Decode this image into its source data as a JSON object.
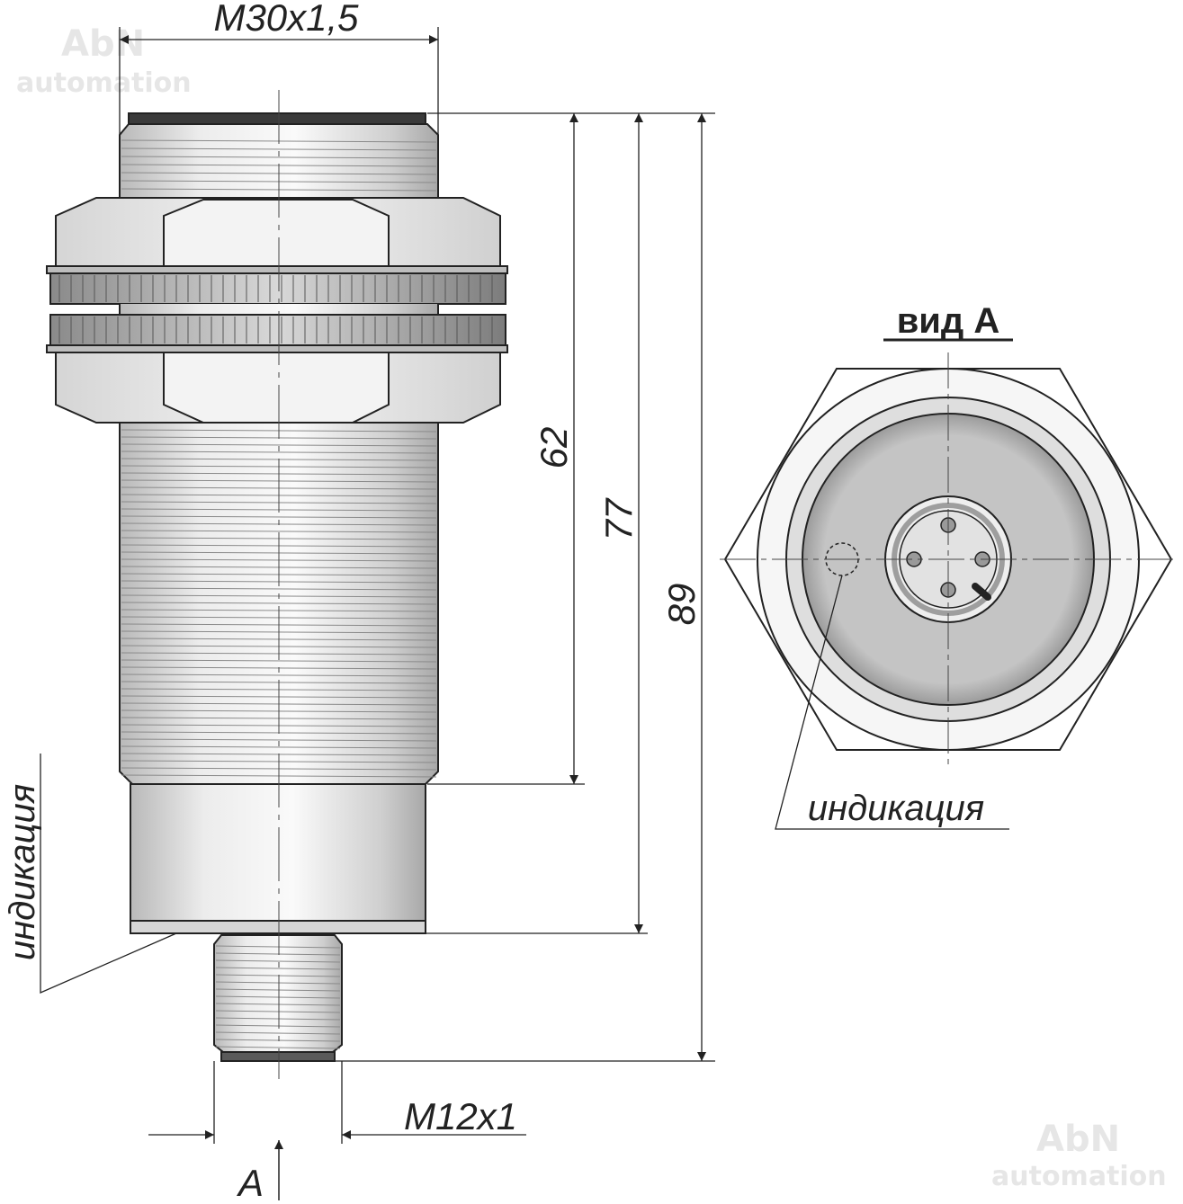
{
  "watermark": {
    "brand": "AbN",
    "sub": "automation"
  },
  "dimensions": {
    "thread_main": "M30x1,5",
    "thread_connector": "M12x1",
    "length_62": "62",
    "length_77": "77",
    "length_89": "89"
  },
  "labels": {
    "view_a_title": "вид А",
    "view_arrow_label": "А",
    "indication_side": "индикация",
    "indication_front": "индикация"
  },
  "colors": {
    "line": "#222222",
    "metal_light": "#f2f2f2",
    "metal_mid": "#cfcfcf",
    "metal_dark": "#9a9a9a",
    "face_grey": "#bdbdbd"
  }
}
